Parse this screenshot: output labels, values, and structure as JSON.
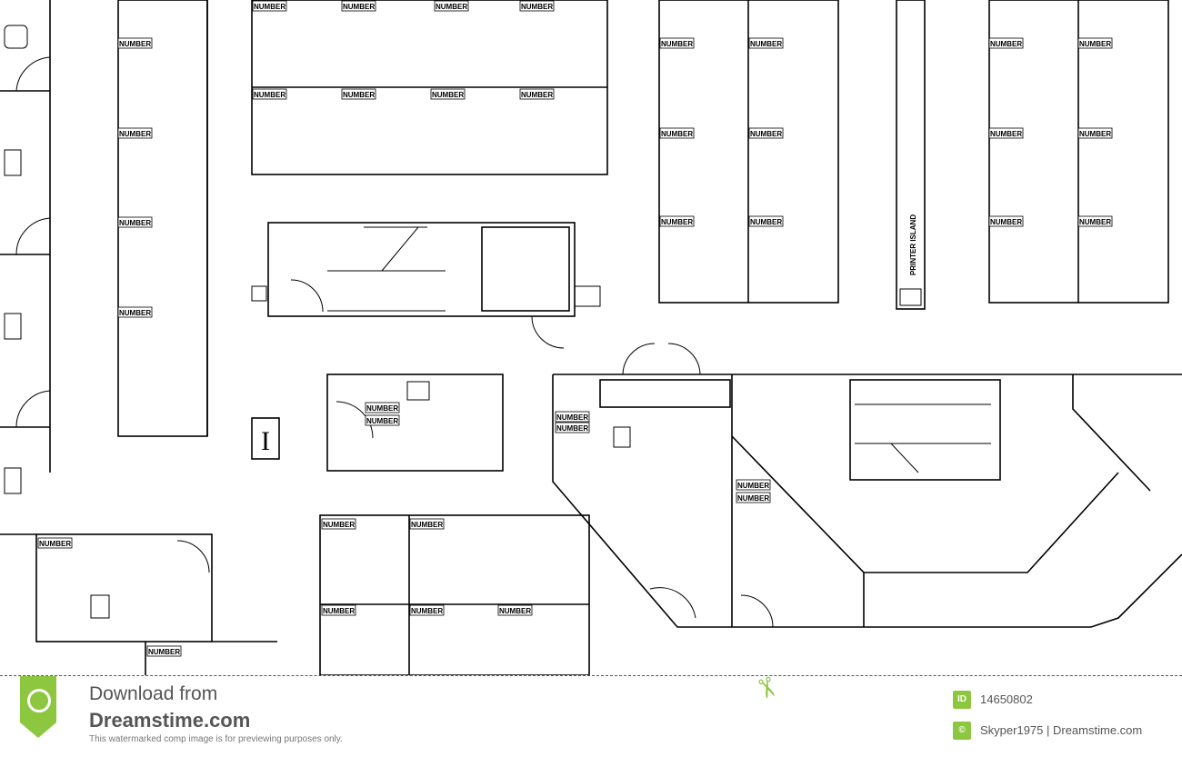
{
  "plan": {
    "room_label": "NUMBER",
    "printer_island": "PRINTER ISLAND",
    "elevator_symbol": "I"
  },
  "footer": {
    "download_line1": "Download from",
    "download_line2": "Dreamstime.com",
    "disclaimer": "This watermarked comp image is for previewing purposes only.",
    "id_badge": "ID",
    "image_id": "14650802",
    "copyright_badge": "©",
    "credit": "Skyper1975 | Dreamstime.com",
    "brand_color": "#8dc63f"
  }
}
